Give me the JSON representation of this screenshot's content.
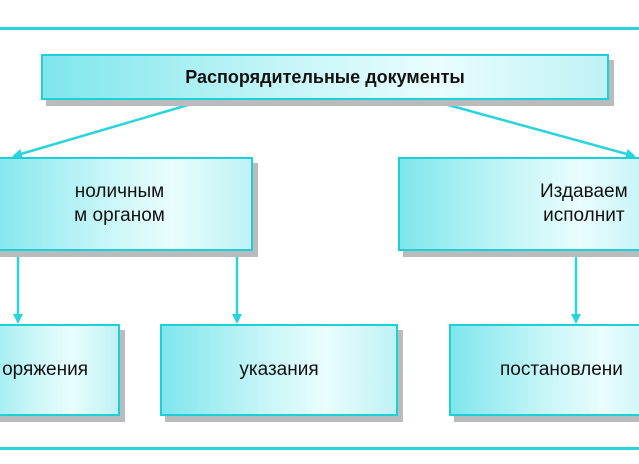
{
  "diagram": {
    "root": {
      "label": "Распорядительные документы"
    },
    "branches": [
      {
        "label": "...нолично...\n...органом",
        "visible_label": "ноличным\nм органом"
      },
      {
        "label": "Издаваем\nисполнит",
        "visible_label": "Издаваем\nисполнит"
      }
    ],
    "leaves": [
      {
        "label": "оряжения"
      },
      {
        "label": "указания"
      },
      {
        "label": "постановлени"
      }
    ]
  },
  "colors": {
    "frame": "#2ad4dc",
    "box_border": "#1fcfd8",
    "box_fill": "#c9f6f8",
    "arrow": "#2ad4dc",
    "shadow": "#b9bcbd"
  }
}
